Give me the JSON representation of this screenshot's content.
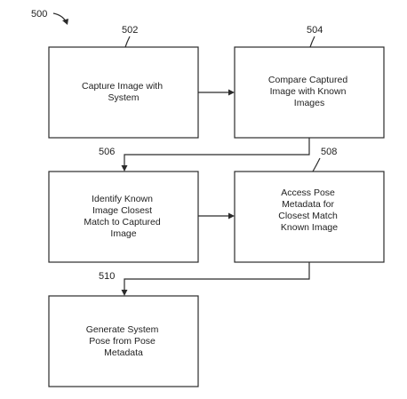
{
  "figure": {
    "label": "500"
  },
  "steps": {
    "s502": {
      "ref": "502",
      "lines": [
        "Capture Image with",
        "System"
      ]
    },
    "s504": {
      "ref": "504",
      "lines": [
        "Compare Captured",
        "Image with Known",
        "Images"
      ]
    },
    "s506": {
      "ref": "506",
      "lines": [
        "Identify Known",
        "Image Closest",
        "Match to Captured",
        "Image"
      ]
    },
    "s508": {
      "ref": "508",
      "lines": [
        "Access Pose",
        "Metadata for",
        "Closest Match",
        "Known Image"
      ]
    },
    "s510": {
      "ref": "510",
      "lines": [
        "Generate System",
        "Pose from Pose",
        "Metadata"
      ]
    }
  }
}
